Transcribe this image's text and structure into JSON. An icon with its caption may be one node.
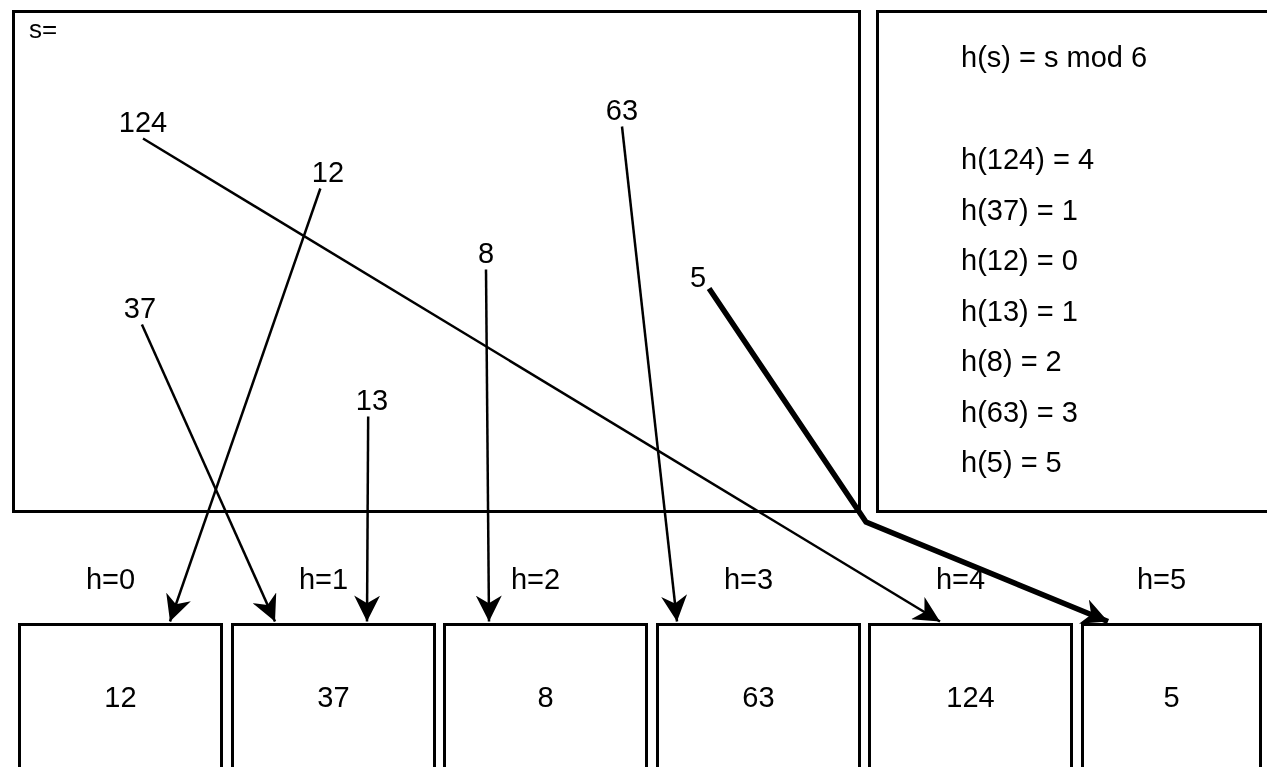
{
  "diagram": {
    "nodes": [
      {
        "text": [
          "s="
        ]
      },
      {
        "text": [
          "63"
        ],
        "in": 0
      },
      {
        "text": [
          "124"
        ],
        "in": 0
      },
      {
        "text": [
          "12"
        ],
        "in": 0
      },
      {
        "text": [
          "8"
        ],
        "in": 0
      },
      {
        "text": [
          "5"
        ],
        "in": 0
      },
      {
        "text": [
          "37"
        ],
        "in": 0
      },
      {
        "text": [
          "13"
        ],
        "in": 0
      },
      {
        "text": [
          "h(s) = s mod 6",
          "h(124) = 4",
          "h(37) = 1",
          "h(12) = 0",
          "h(13) = 1",
          "h(8) = 2",
          "h(63) = 3",
          "h(5) = 5"
        ]
      },
      {
        "text": [
          "12"
        ],
        "beside": [
          "h=0"
        ]
      },
      {
        "text": [
          "37"
        ],
        "beside": [
          "h=1"
        ]
      },
      {
        "text": [
          "8"
        ],
        "beside": [
          "h=2"
        ]
      },
      {
        "text": [
          "63"
        ],
        "beside": [
          "h=3"
        ]
      },
      {
        "text": [
          "124"
        ],
        "beside": [
          "h=4"
        ]
      },
      {
        "text": [
          "5"
        ],
        "beside": [
          "h=5"
        ]
      }
    ],
    "edges": [
      {
        "from": 3,
        "to": 9,
        "arrow": "to"
      },
      {
        "from": 6,
        "to": 10,
        "arrow": "to"
      },
      {
        "from": 7,
        "to": 10,
        "arrow": "to"
      },
      {
        "from": 4,
        "to": 11,
        "arrow": "to"
      },
      {
        "from": 1,
        "to": 12,
        "arrow": "to"
      },
      {
        "from": 2,
        "to": 13,
        "arrow": "to"
      },
      {
        "from": 5,
        "to": 14,
        "arrow": "to",
        "style": "thick"
      }
    ]
  }
}
